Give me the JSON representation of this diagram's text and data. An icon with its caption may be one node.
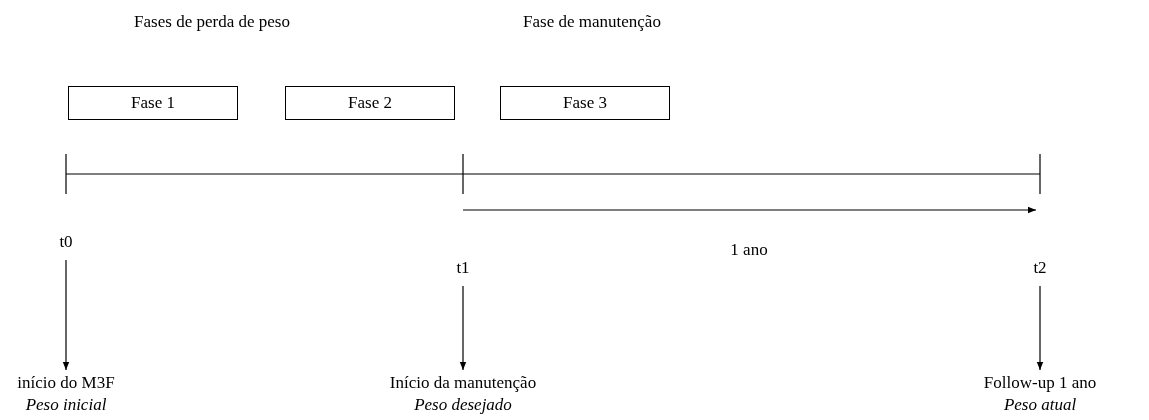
{
  "diagram": {
    "nodes": [
      {
        "text": [
          "Fase 1"
        ]
      },
      {
        "text": [
          "Fase 2"
        ]
      },
      {
        "text": [
          "Fase 3"
        ]
      },
      {
        "text": [
          "t0"
        ]
      },
      {
        "text": [
          "t1"
        ]
      },
      {
        "text": [
          "t2"
        ]
      },
      {
        "text": [
          "início do M3F",
          "Peso inicial"
        ]
      },
      {
        "text": [
          "Início da manutenção",
          "Peso desejado"
        ]
      },
      {
        "text": [
          "Follow-up 1 ano",
          "Peso atual"
        ]
      }
    ],
    "edges": [
      {
        "from": 3,
        "to": 6,
        "arrow": "to"
      },
      {
        "from": 4,
        "to": 7,
        "arrow": "to"
      },
      {
        "from": 5,
        "to": 8,
        "arrow": "to"
      }
    ],
    "labels": [
      "Fases de perda de peso",
      "Fase de manutenção",
      "1 ano"
    ]
  }
}
